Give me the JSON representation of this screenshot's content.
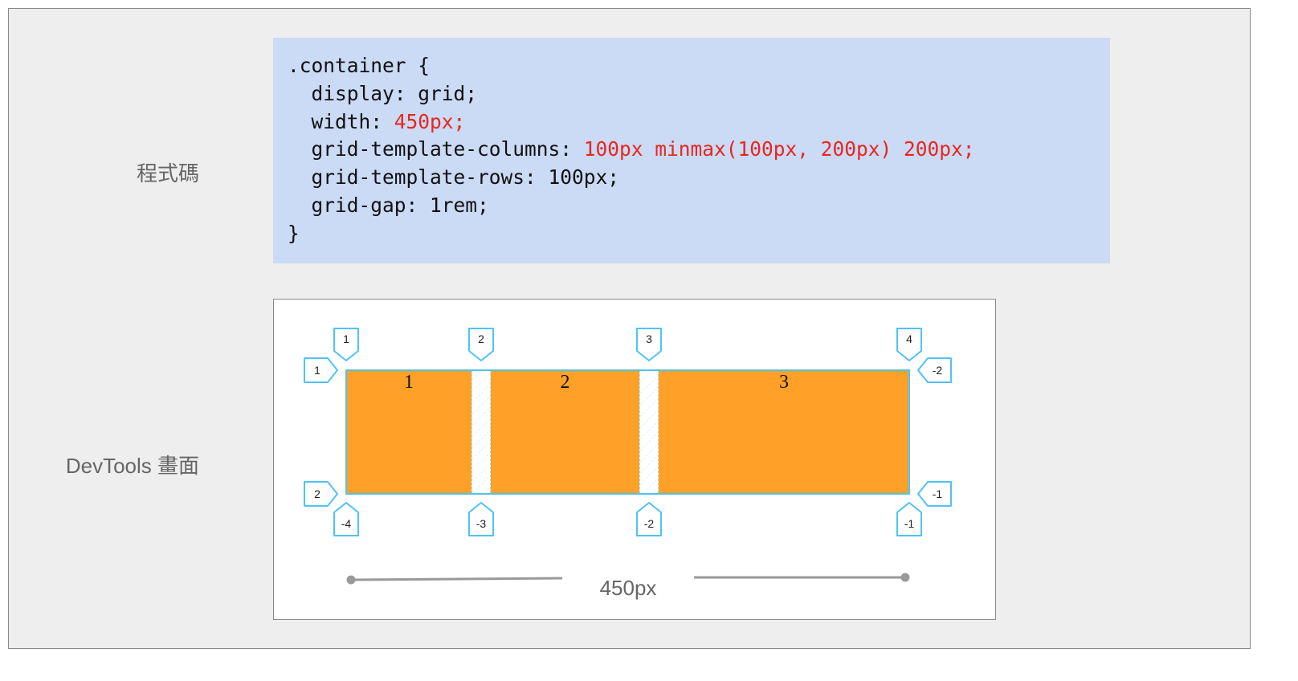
{
  "labels": {
    "code": "程式碼",
    "devtools": "DevTools 畫面"
  },
  "code": {
    "line1": ".container {",
    "line2_prop": "  display: grid;",
    "line3_prop": "  width: ",
    "line3_val": "450px;",
    "line4_prop": "  grid-template-columns: ",
    "line4_val": "100px minmax(100px, 200px) 200px;",
    "line5_prop": "  grid-template-rows: 100px;",
    "line6_prop": "  grid-gap: 1rem;",
    "line7": "}"
  },
  "diagram": {
    "cells": [
      "1",
      "2",
      "3"
    ],
    "top_badges": [
      "1",
      "2",
      "3",
      "4"
    ],
    "bottom_badges": [
      "-4",
      "-3",
      "-2",
      "-1"
    ],
    "left_badges": [
      "1",
      "2"
    ],
    "right_badges": [
      "-2",
      "-1"
    ],
    "width_label": "450px",
    "colors": {
      "cell": "#ffa028",
      "outline": "#4fc3f7",
      "code_bg": "#cbdaf5",
      "highlight": "#e8261e"
    }
  }
}
